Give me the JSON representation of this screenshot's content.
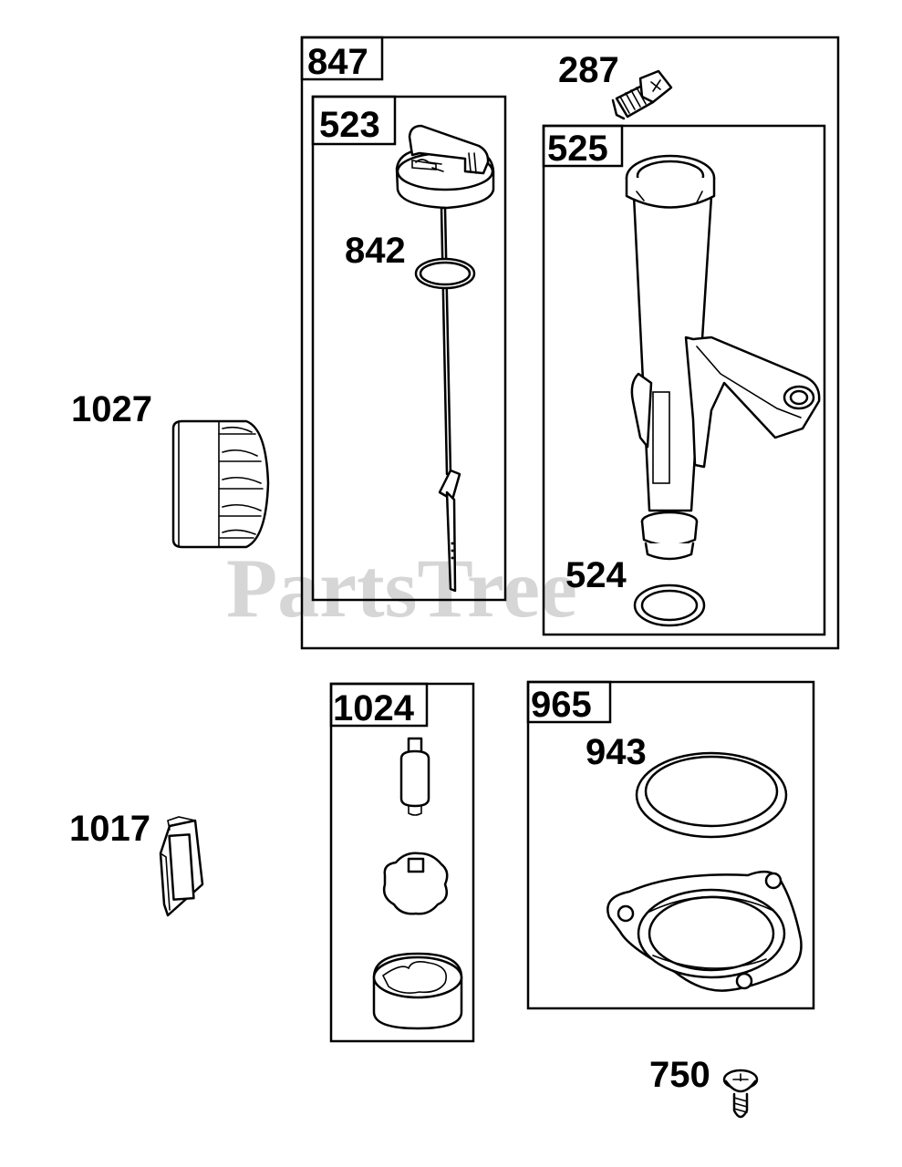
{
  "watermark": "PartsTree",
  "labels": {
    "p847": "847",
    "p287": "287",
    "p523": "523",
    "p525": "525",
    "p842": "842",
    "p1027": "1027",
    "p524": "524",
    "p1024": "1024",
    "p965": "965",
    "p943": "943",
    "p1017": "1017",
    "p750": "750"
  }
}
